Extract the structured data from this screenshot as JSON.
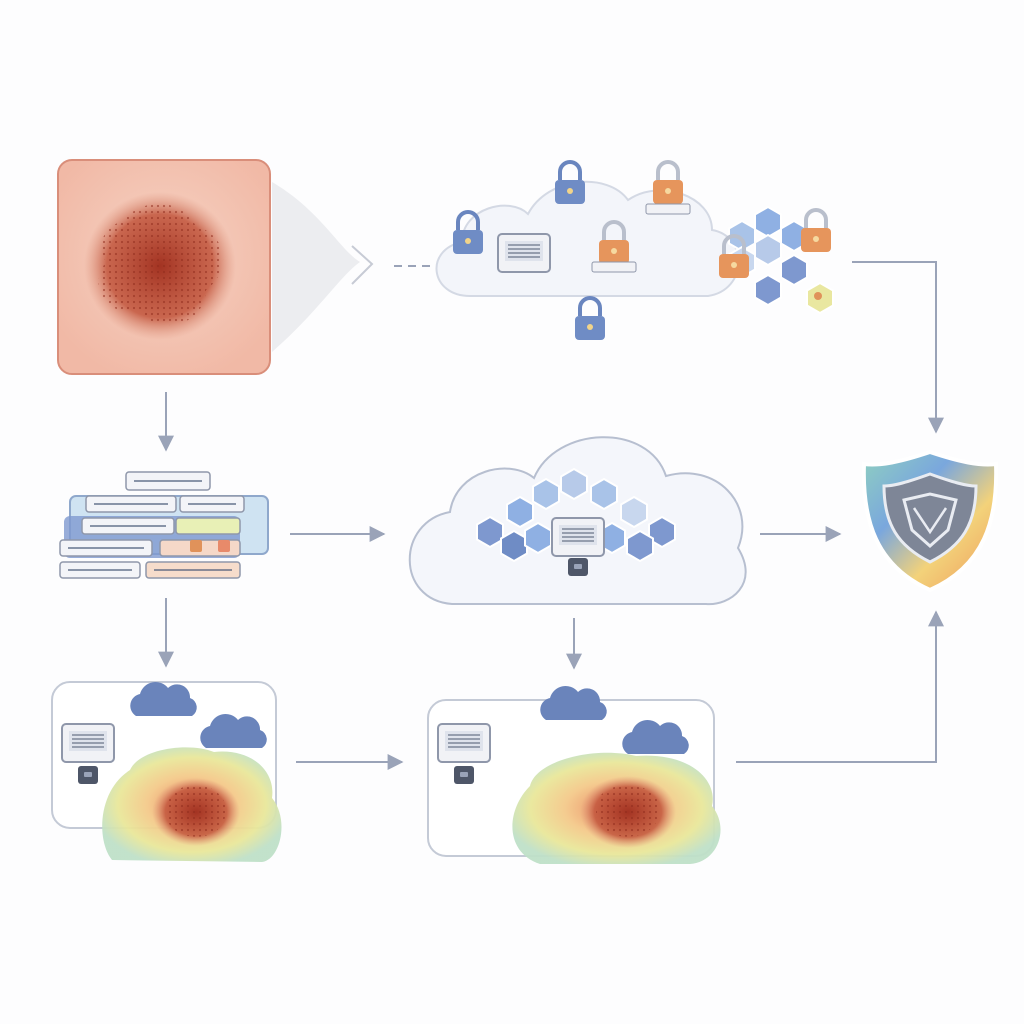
{
  "palette": {
    "arrow": "#9aa3b8",
    "cloud_fill": "#f4f6fb",
    "cloud_stroke": "#b7bfd0",
    "hex_blue": "#7e98cf",
    "hex_light": "#a9c0e6",
    "lock_blue": "#6a86bf",
    "lock_orange": "#e0925a",
    "lesion": "#b2402c",
    "skin": "#f2c4b3",
    "shield_gray": "#7e8697"
  },
  "icons": {
    "skin_patch": "skin-lesion-image",
    "data_stack": "data-record-stack",
    "federated_cloud": "federated-cloud-server",
    "secure_cloud": "encrypted-cloud",
    "shield": "privacy-shield",
    "client_a": "client-node-heatmap",
    "client_b": "client-node-heatmap"
  }
}
